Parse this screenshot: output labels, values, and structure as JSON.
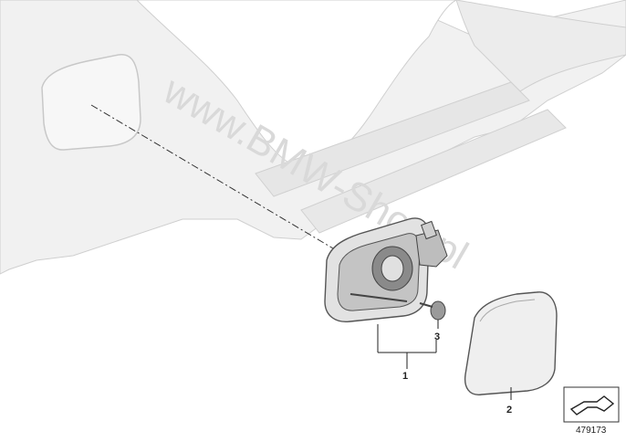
{
  "diagram": {
    "callouts": [
      {
        "id": "1",
        "label": "1"
      },
      {
        "id": "2",
        "label": "2"
      },
      {
        "id": "3",
        "label": "3"
      }
    ],
    "watermark": "www.BMW-Shop.pl",
    "reference_number": "479173",
    "icon": "direction-arrow-icon"
  }
}
